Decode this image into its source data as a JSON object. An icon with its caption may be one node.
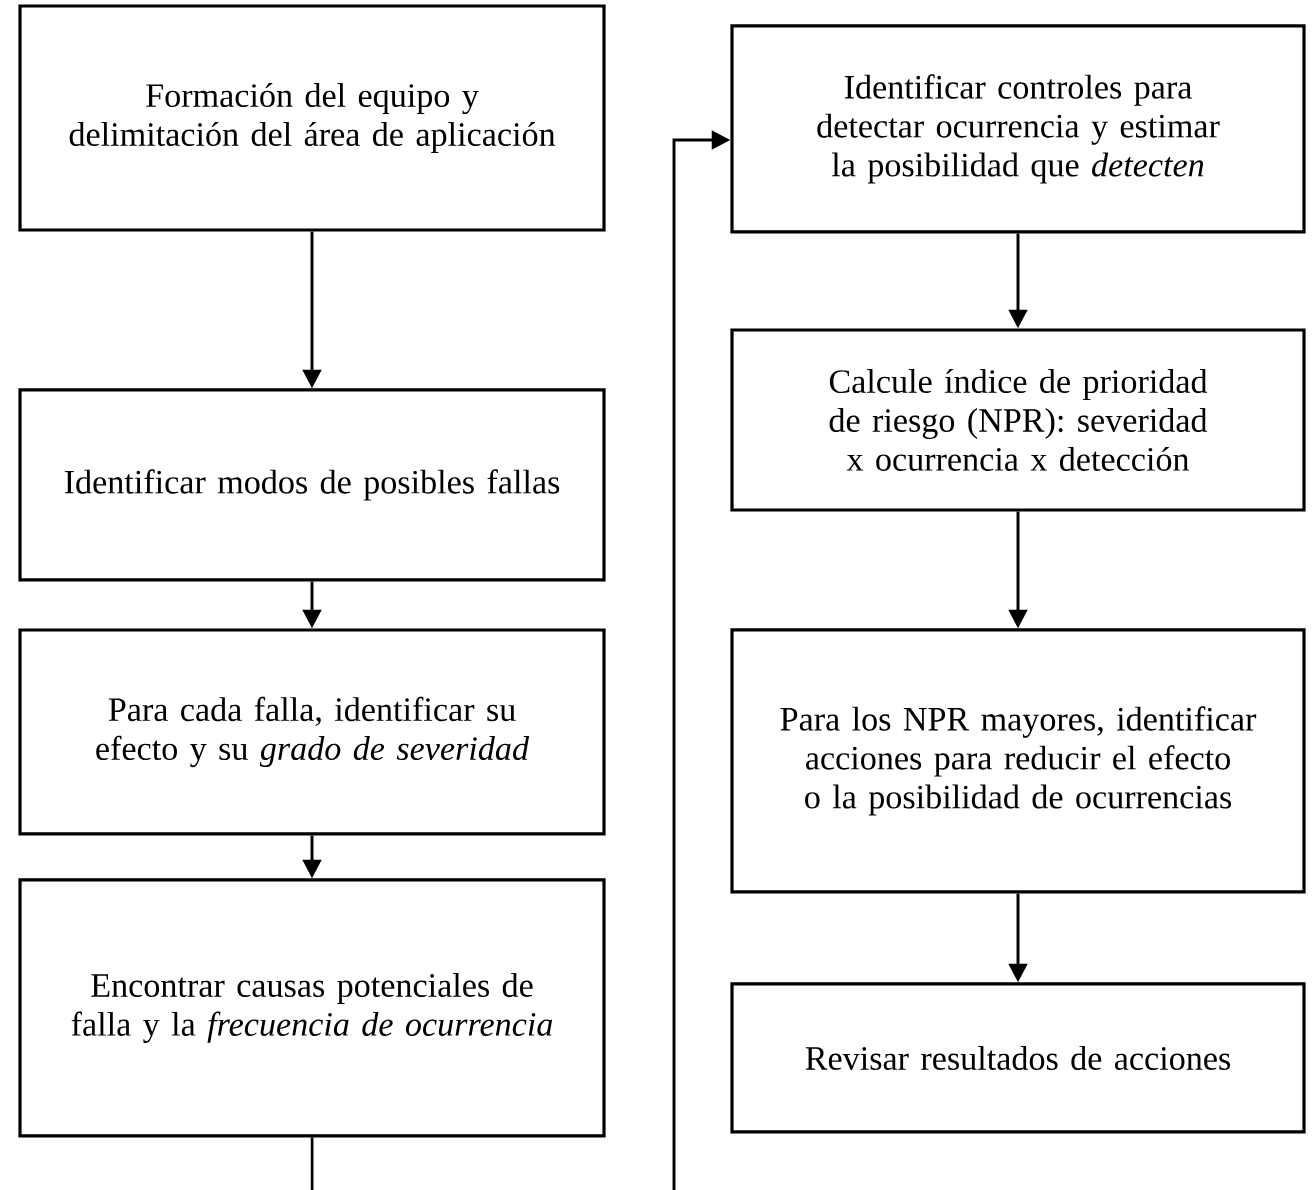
{
  "diagram": {
    "nodes": [
      {
        "text": [
          "Formación del equipo y delimitación del área de aplicación"
        ]
      },
      {
        "text": [
          "Identificar modos de posibles fallas"
        ]
      },
      {
        "text": [
          "Para cada falla, identificar su efecto y su *grado de severidad*"
        ]
      },
      {
        "text": [
          "Encontrar causas potenciales de falla y la *frecuencia de ocurrencia*"
        ]
      },
      {
        "text": [
          "Identificar controles para detectar ocurrencia y estimar la posibilidad que *detecten*"
        ]
      },
      {
        "text": [
          "Calcule índice de prioridad de riesgo (NPR): severidad x ocurrencia x detección"
        ]
      },
      {
        "text": [
          "Para los NPR mayores, identificar acciones para reducir el efecto o la posibilidad de ocurrencias"
        ]
      },
      {
        "text": [
          "Revisar resultados de acciones"
        ]
      }
    ],
    "edges": [
      {
        "from": 0,
        "to": 1,
        "arrow": "to"
      },
      {
        "from": 1,
        "to": 2,
        "arrow": "to"
      },
      {
        "from": 2,
        "to": 3,
        "arrow": "to"
      },
      {
        "from": 3,
        "to": 4,
        "arrow": "to"
      },
      {
        "from": 4,
        "to": 5,
        "arrow": "to"
      },
      {
        "from": 5,
        "to": 6,
        "arrow": "to"
      },
      {
        "from": 6,
        "to": 7,
        "arrow": "to"
      }
    ]
  }
}
